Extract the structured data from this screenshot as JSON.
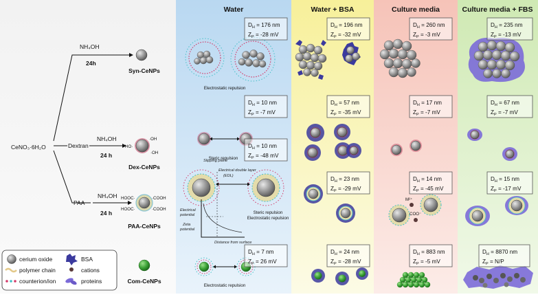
{
  "synthesis": {
    "precursor": "CeNO₃·6H₂O",
    "reagent": "NH₄OH",
    "time": "24h",
    "time_spaced": "24 h",
    "dextran": "Dextran",
    "paa": "PAA",
    "syn_label": "Syn-CeNPs",
    "dex_label": "Dex-CeNPs",
    "paa_label": "PAA-CeNPs",
    "com_label": "Com-CeNPs",
    "dex_groups": [
      "HO·",
      "·OH",
      "·OH"
    ],
    "paa_groups": [
      "HOOC·",
      "·COOH",
      "HOOC·",
      "·COOH"
    ]
  },
  "legend": {
    "items": [
      {
        "label": "cerium oxide",
        "icon": "ceria-sphere-icon"
      },
      {
        "label": "BSA",
        "icon": "bsa-protein-icon"
      },
      {
        "label": "polymer chain",
        "icon": "polymer-chain-icon"
      },
      {
        "label": "cations",
        "icon": "cation-dot-icon"
      },
      {
        "label": "counterion/ion",
        "icon": "counterion-icon"
      },
      {
        "label": "proteins",
        "icon": "protein-cluster-icon"
      }
    ]
  },
  "columns": [
    {
      "title": "Water",
      "color": "#d6e8f7"
    },
    {
      "title": "Water + BSA",
      "color": "#f9f6c4"
    },
    {
      "title": "Culture media",
      "color": "#f9d9d2"
    },
    {
      "title": "Culture media + FBS",
      "color": "#e2f2cf"
    }
  ],
  "measurements": {
    "water": [
      {
        "dh": "176 nm",
        "zp": "-28 mV"
      },
      {
        "dh": "10 nm",
        "zp": "-7 mV"
      },
      {
        "dh": "10 nm",
        "zp": "-48 mV"
      },
      {
        "dh": "7 nm",
        "zp": "26 mV"
      }
    ],
    "bsa": [
      {
        "dh": "196 nm",
        "zp": "-32 mV"
      },
      {
        "dh": "57 nm",
        "zp": "-35 mV"
      },
      {
        "dh": "23 nm",
        "zp": "-29 mV"
      },
      {
        "dh": "24 nm",
        "zp": "-28 mV"
      }
    ],
    "media": [
      {
        "dh": "260 nm",
        "zp": "-3 mV"
      },
      {
        "dh": "17 nm",
        "zp": "-7 mV"
      },
      {
        "dh": "14 nm",
        "zp": "-45 mV"
      },
      {
        "dh": "883 nm",
        "zp": "-5 mV"
      }
    ],
    "fbs": [
      {
        "dh": "235 nm",
        "zp": "-13 mV"
      },
      {
        "dh": "67 nm",
        "zp": "-7 mV"
      },
      {
        "dh": "15 nm",
        "zp": "-17 mV"
      },
      {
        "dh": "8870 nm",
        "zp": "N/P"
      }
    ]
  },
  "water_labels": {
    "electrostatic": "Electrostatic repulsion",
    "steric": "Steric repulsion",
    "slipping_plane": "Slipping plane",
    "double_layer": "Electrical double layer",
    "edl": "(EDL)",
    "electrical_potential": "Electrical",
    "electrical_potential2": "potential",
    "zeta": "Zeta",
    "zeta2": "potential",
    "distance": "Distance from surface",
    "steric2": "Steric repulsion",
    "electrostatic2": "Electrostatic repulsion",
    "electrostatic3": "Electrostatic repulsion"
  },
  "media_labels": {
    "cation": "M²⁺",
    "coo": "COO⁻"
  }
}
